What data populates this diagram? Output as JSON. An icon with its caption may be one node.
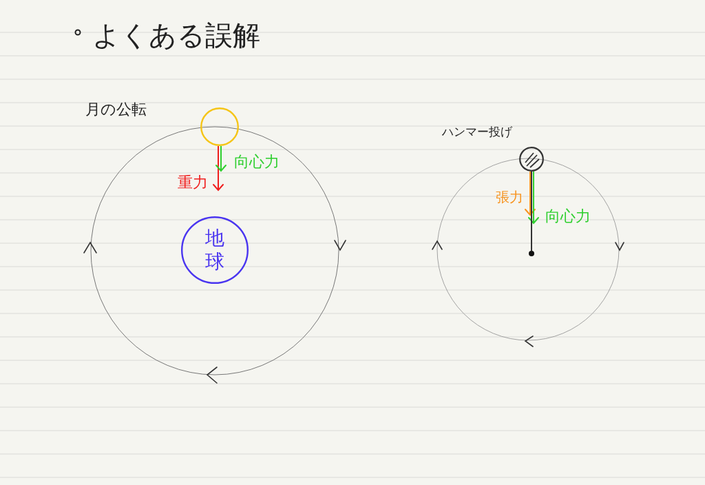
{
  "diagram": {
    "title": "よくある誤解",
    "nodes": [
      {
        "text": [],
        "shape": "circle"
      },
      {
        "text": [
          "地球"
        ]
      },
      {
        "text": [],
        "shape": "circle"
      },
      {
        "text": [],
        "shape": "circle"
      }
    ],
    "edges": [
      {
        "from": 0,
        "to": null,
        "arrow": "to",
        "label": "重力",
        "color": "#f01e1e"
      },
      {
        "from": 0,
        "to": null,
        "arrow": "to",
        "label": "向心力",
        "color": "#2fcf2f"
      },
      {
        "from": 2,
        "to": null,
        "arrow": "to",
        "label": "張力",
        "color": "#f7931e"
      },
      {
        "from": 2,
        "to": null,
        "arrow": "to",
        "label": "向心力",
        "color": "#2fcf2f"
      },
      {
        "from": 2,
        "to": 3,
        "arrow": "none",
        "color": "#333333"
      }
    ],
    "labels": [
      "月の公転",
      "ハンマー投げ"
    ]
  }
}
